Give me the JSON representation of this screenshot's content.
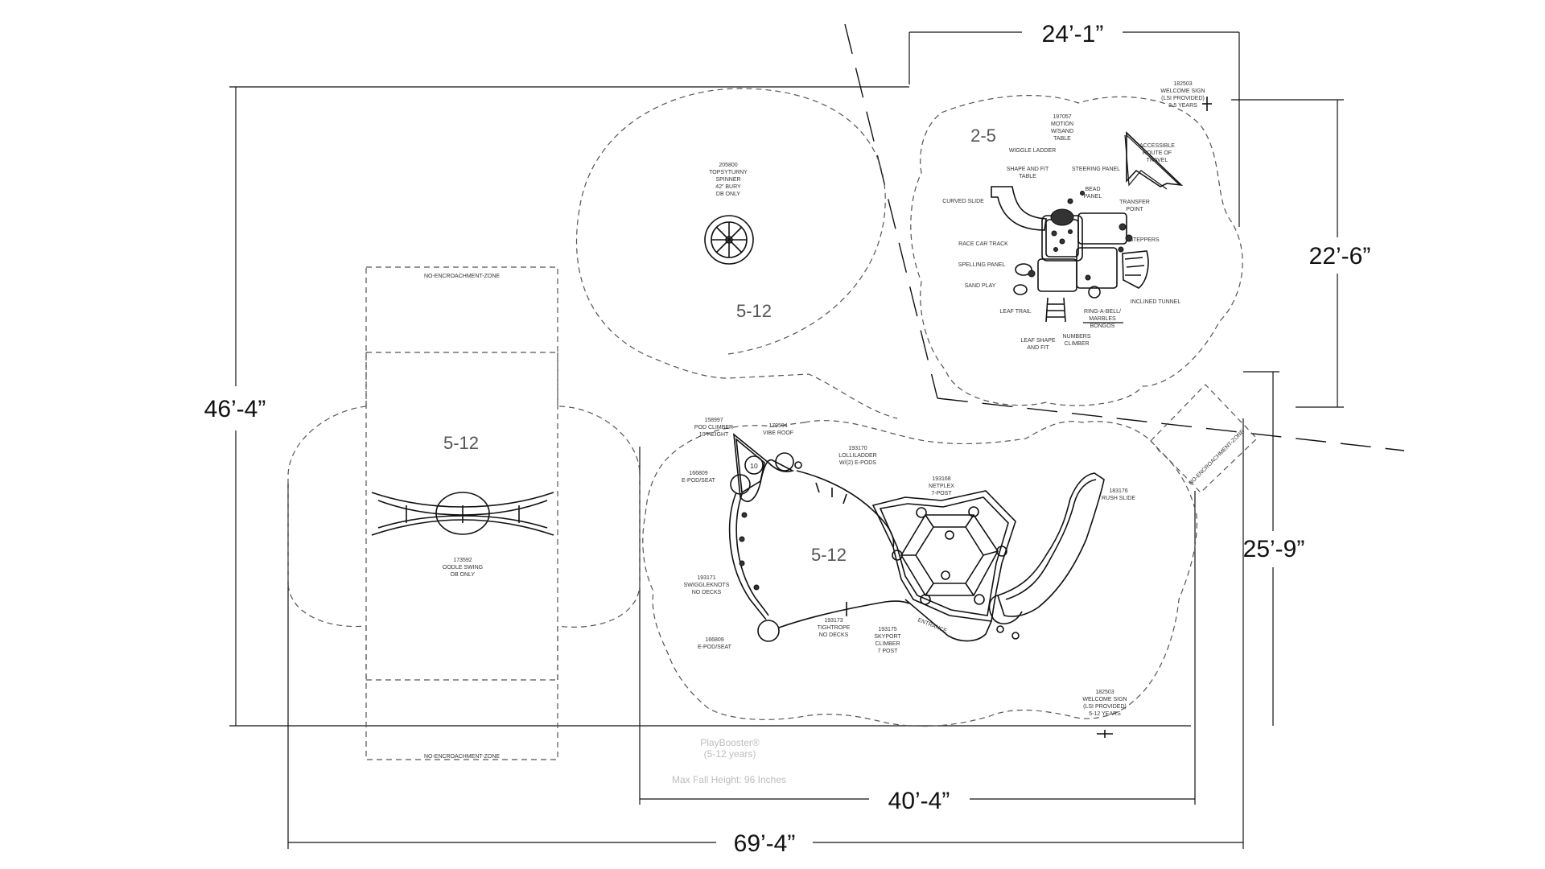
{
  "dimensions": {
    "top_width": "24’-1”",
    "right_upper": "22’-6”",
    "left_height": "46’-4”",
    "right_lower": "25’-9”",
    "bottom_inner": "40’-4”",
    "bottom_total": "69’-4”"
  },
  "zones": {
    "swing": "5-12",
    "spinner": "5-12",
    "tot": "2-5",
    "main": "5-12"
  },
  "nez": {
    "top": "NO-ENCROACHMENT-ZONE",
    "bottom": "NO-ENCROACHMENT-ZONE",
    "slant": "NO-ENCROACHMENT-ZONE"
  },
  "equipment": {
    "spinner": [
      "205800",
      "TOPSYTURNY",
      "SPINNER",
      "42” BURY",
      "DB ONLY"
    ],
    "swing": [
      "173592",
      "OODLE SWING",
      "DB ONLY"
    ],
    "welcome_top": [
      "182503",
      "WELCOME SIGN",
      "(LSI PROVIDED)",
      "2-5 YEARS"
    ],
    "welcome_bottom": [
      "182503",
      "WELCOME SIGN",
      "(LSI PROVIDED)",
      "5-12 YEARS"
    ],
    "motion": [
      "197057",
      "MOTION",
      "W/SAND",
      "TABLE"
    ],
    "accessible": [
      "ACCESSIBLE",
      "ROUTE OF",
      "TRAVEL"
    ],
    "tot_labels": {
      "wiggle_ladder": "WIGGLE LADDER",
      "shape_fit_1": "SHAPE AND FIT",
      "shape_fit_2": "TABLE",
      "steering": "STEERING PANEL",
      "bead_1": "BEAD",
      "bead_2": "PANEL",
      "transfer_1": "TRANSFER",
      "transfer_2": "POINT",
      "curved_slide": "CURVED SLIDE",
      "steppers": "STEPPERS",
      "race_car": "RACE CAR TRACK",
      "spelling": "SPELLING PANEL",
      "sand_play": "SAND PLAY",
      "inclined": "INCLINED TUNNEL",
      "leaf_trail": "LEAF TRAIL",
      "ring_1": "RING-A-BELL/",
      "ring_2": "MARBLES",
      "ring_3": "BONGOS",
      "leaf_shape_1": "LEAF SHAPE",
      "leaf_shape_2": "AND FIT",
      "numbers_1": "NUMBERS",
      "numbers_2": "CLIMBER"
    },
    "main_labels": {
      "pod_climber": [
        "158997",
        "POD CLIMBER",
        "10”HEIGHT"
      ],
      "vibe_roof": [
        "179594",
        "VIBE ROOF"
      ],
      "lolliladder": [
        "193170",
        "LOLLILADDER",
        "W/(2) E-PODS"
      ],
      "epod_top": [
        "166809",
        "E-POD/SEAT"
      ],
      "netplex": [
        "193168",
        "NETPLEX",
        "7-POST"
      ],
      "rush_slide": [
        "183176",
        "RUSH SLIDE"
      ],
      "swiggleknots": [
        "193171",
        "SWIGGLEKNOTS",
        "NO DECKS"
      ],
      "tightrope": [
        "193173",
        "TIGHTROPE",
        "NO DECKS"
      ],
      "skyport": [
        "193175",
        "SKYPORT",
        "CLIMBER",
        "7 POST"
      ],
      "epod_bottom": [
        "166809",
        "E-POD/SEAT"
      ],
      "entrance": "ENTRANCE",
      "ten": "10"
    }
  },
  "brand": {
    "name": "PlayBooster®",
    "ages": "(5-12 years)",
    "fall": "Max Fall Height: 96 Inches"
  }
}
